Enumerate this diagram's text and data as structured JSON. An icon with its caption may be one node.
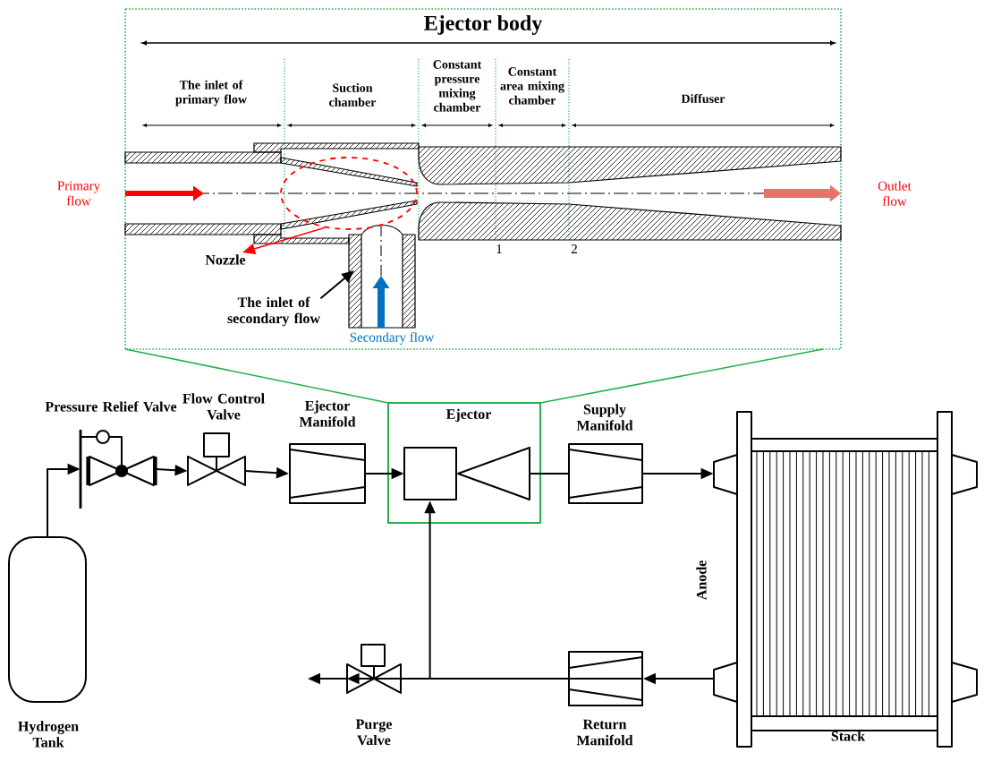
{
  "diagram": {
    "nodes": [
      {
        "text": [
          "Hydrogen Tank"
        ]
      },
      {
        "text": [
          "Pressure Relief Valve"
        ]
      },
      {
        "text": [
          "Flow Control Valve"
        ]
      },
      {
        "text": [
          "Ejector Manifold"
        ]
      },
      {
        "text": [
          "Ejector"
        ]
      },
      {
        "text": [
          "Supply Manifold"
        ]
      },
      {
        "text": [
          "Stack"
        ],
        "beside": [
          "Anode"
        ]
      },
      {
        "text": [
          "Return Manifold"
        ]
      },
      {
        "text": [
          "Purge Valve"
        ]
      },
      {
        "text": [
          "Nozzle"
        ]
      },
      {
        "text": [
          "The inlet of secondary flow"
        ]
      },
      {
        "text": [],
        "shape": "circle"
      }
    ],
    "edges": [
      {
        "from": 0,
        "to": 1,
        "arrow": "to"
      },
      {
        "from": 1,
        "to": 2,
        "arrow": "to"
      },
      {
        "from": 2,
        "to": 3,
        "arrow": "to"
      },
      {
        "from": 3,
        "to": 4,
        "arrow": "to"
      },
      {
        "from": 4,
        "to": 5,
        "arrow": "none"
      },
      {
        "from": 5,
        "to": 6,
        "arrow": "to"
      },
      {
        "from": 6,
        "to": 7,
        "arrow": "to"
      },
      {
        "from": 7,
        "to": 4,
        "arrow": "to"
      },
      {
        "from": 7,
        "to": 8,
        "arrow": "to"
      },
      {
        "from": 8,
        "to": null,
        "arrow": "to"
      },
      {
        "from": 11,
        "to": 9,
        "arrow": "to",
        "color": "#ff0000"
      },
      {
        "from": 10,
        "to": null,
        "arrow": "to"
      }
    ],
    "labels": [
      "Ejector body",
      "The inlet of primary flow",
      "Suction chamber",
      "Constant pressure mixing chamber",
      "Constant area mixing chamber",
      "Diffuser",
      "Primary flow",
      "Outlet flow",
      "Secondary flow",
      "1",
      "2"
    ]
  }
}
